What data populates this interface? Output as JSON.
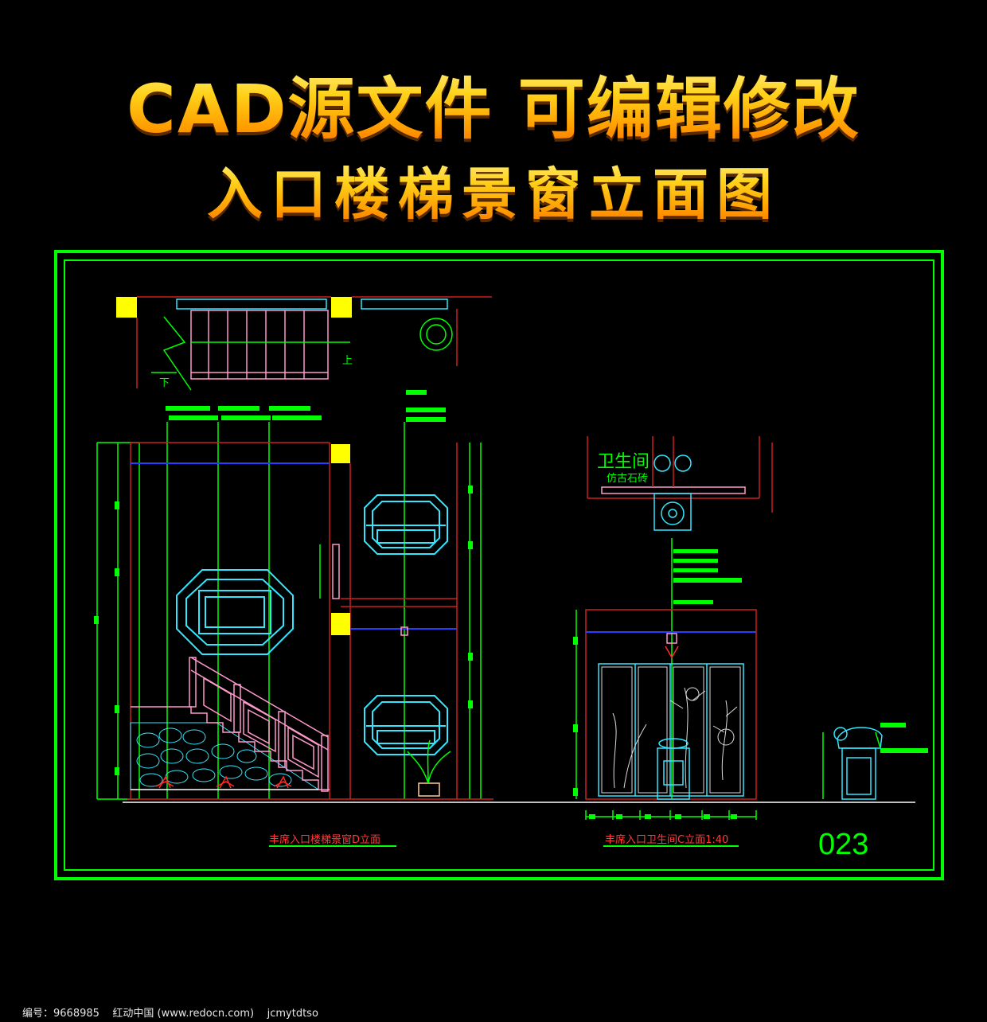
{
  "header": {
    "title": "CAD源文件 可编辑修改",
    "subtitle": "入口楼梯景窗立面图"
  },
  "drawing": {
    "room_label": "卫生间",
    "room_sub": "仿古石砖",
    "left_caption": "丰席入口楼梯景窗D立面",
    "right_caption": "丰席入口卫生间C立面1:40",
    "sheet_number": "023",
    "stair_up": "上",
    "stair_down": "下"
  },
  "footer": {
    "text": "编号：9668985    红动中国 (www.redocn.com)    jcmytdtso"
  },
  "colors": {
    "background": "#000000",
    "frame": "#00ff00",
    "window": "#33e6ff",
    "wall": "#cc1f1f",
    "rail": "#ff99cc",
    "marker": "#ffff00"
  }
}
